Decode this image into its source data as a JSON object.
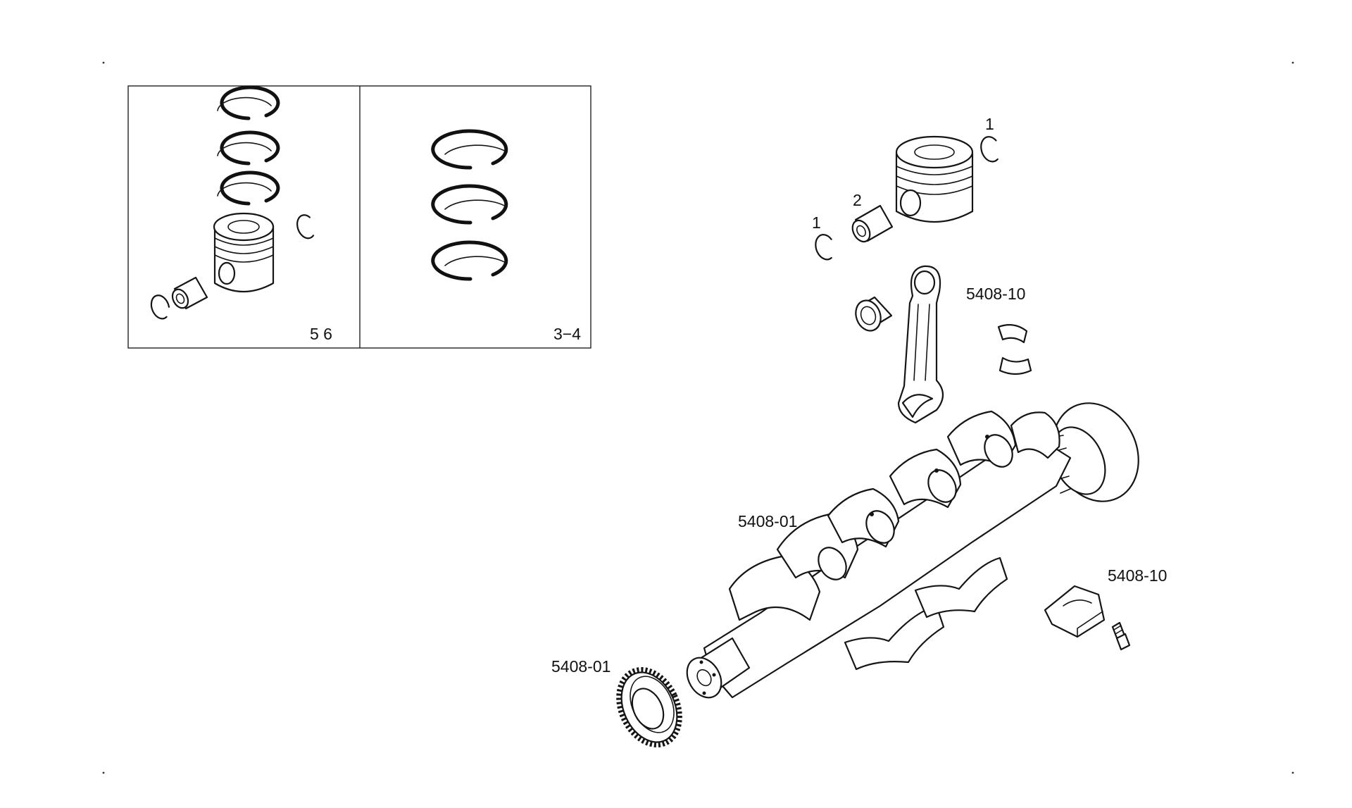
{
  "diagram": {
    "inset_labels": {
      "left_panel": "5   6",
      "right_panel": "3−4"
    },
    "callouts": {
      "circlip_top": "1",
      "piston_pin": "2",
      "circlip_left": "1",
      "connecting_rod": "5408-10",
      "crankshaft": "5408-01",
      "bearing_cap": "5408-10",
      "timing_gear": "5408-01"
    },
    "colors": {
      "line": "#151515",
      "background": "#ffffff"
    }
  }
}
